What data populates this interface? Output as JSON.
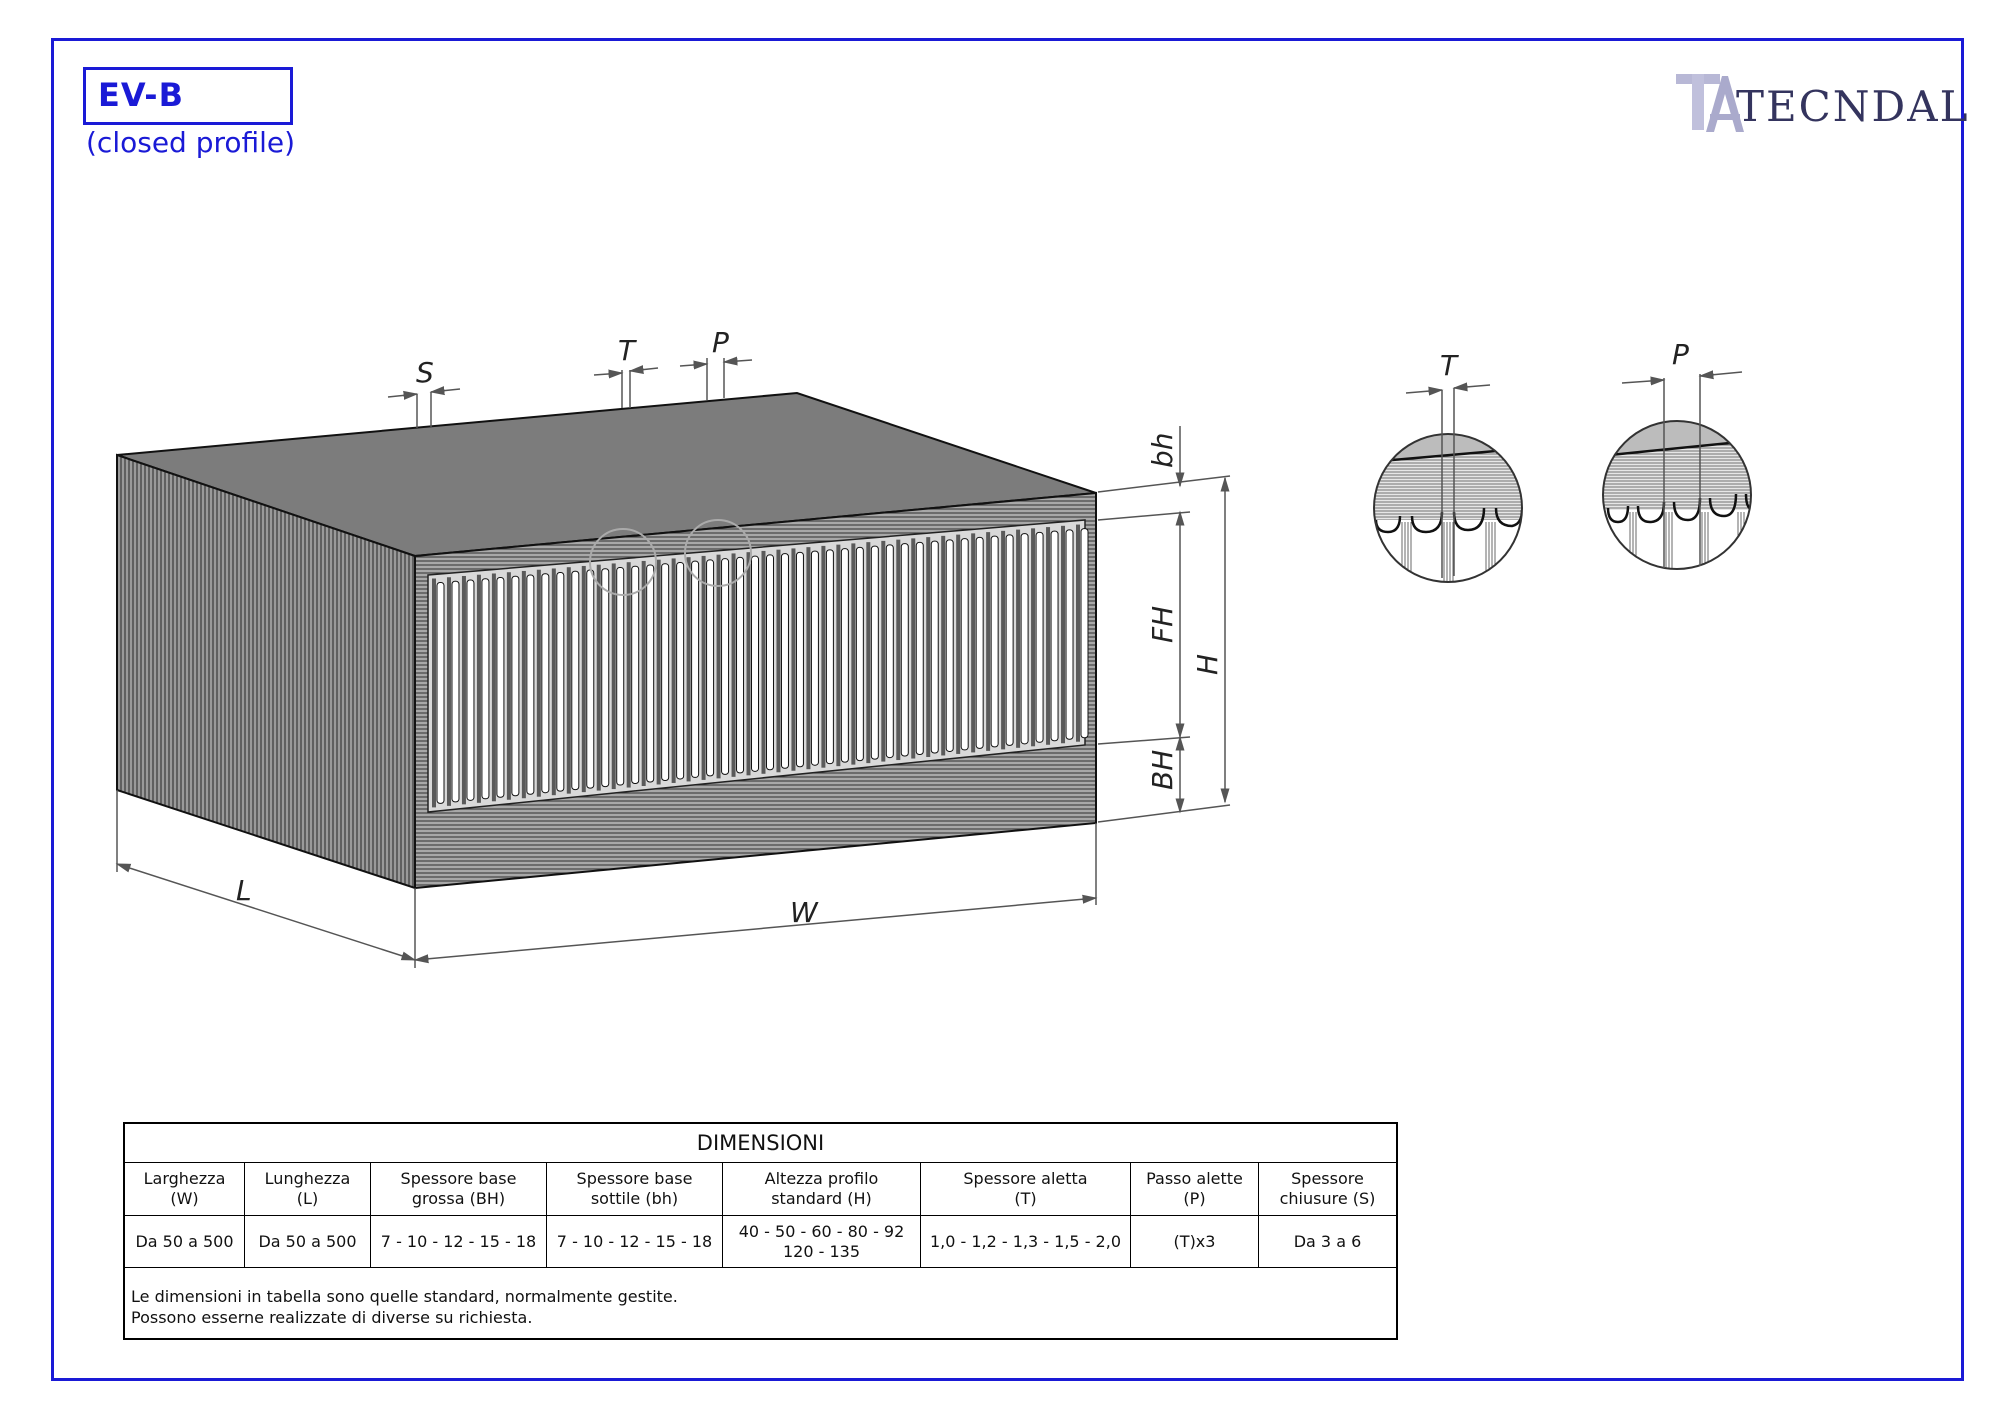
{
  "title": "EV-B",
  "subtitle": "(closed profile)",
  "logo": {
    "text": "TECNDAL"
  },
  "dimension_labels": {
    "S": "S",
    "T": "T",
    "P": "P",
    "bh": "bh",
    "FH": "FH",
    "H": "H",
    "BH": "BH",
    "L": "L",
    "W": "W",
    "detail_T": "T",
    "detail_P": "P"
  },
  "table": {
    "heading": "DIMENSIONI",
    "headers": [
      "Larghezza\n(W)",
      "Lunghezza\n(L)",
      "Spessore base\ngrossa (BH)",
      "Spessore base\nsottile (bh)",
      "Altezza profilo\nstandard  (H)",
      "Spessore aletta\n(T)",
      "Passo alette\n(P)",
      "Spessore\nchiusure (S)"
    ],
    "values": [
      "Da 50 a 500",
      "Da 50 a 500",
      "7 - 10 - 12 - 15 - 18",
      "7 - 10 - 12 - 15 - 18",
      "40 - 50 - 60 - 80 - 92\n120 - 135",
      "1,0 - 1,2 - 1,3 - 1,5 - 2,0",
      "(T)x3",
      "Da 3 a 6"
    ],
    "notes": [
      "Le dimensioni in tabella sono quelle standard, normalmente gestite.",
      "Possono esserne realizzate di diverse su richiesta."
    ]
  },
  "colors": {
    "frame": "#1a1ad6",
    "top_face": "#7c7c7c",
    "side_face": "#8a8a8a",
    "line": "#222222"
  }
}
